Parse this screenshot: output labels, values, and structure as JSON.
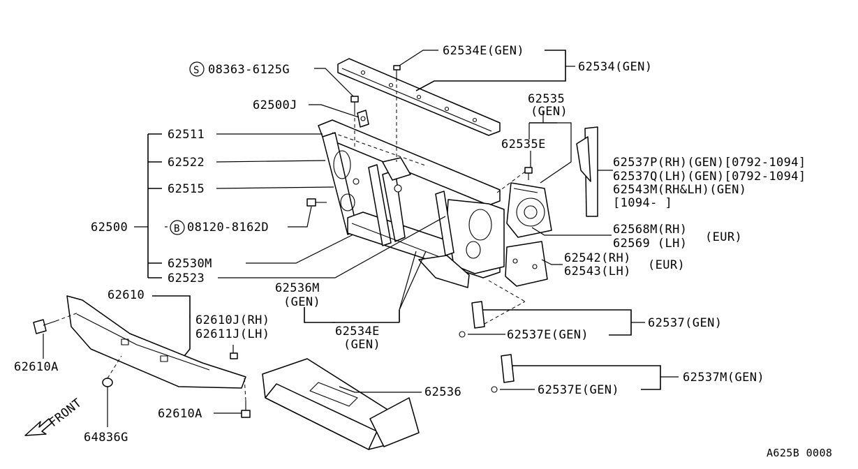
{
  "labels": {
    "p62534E_top": "62534E(GEN)",
    "p62534": "62534(GEN)",
    "s08363": "08363-6125G",
    "s_prefix": "S",
    "p62500J": "62500J",
    "p62535": "62535",
    "p62535_gen": "(GEN)",
    "p62511": "62511",
    "p62535E": "62535E",
    "p62522": "62522",
    "p62537P": "62537P(RH)(GEN)[0792-1094]",
    "p62537Q": "62537Q(LH)(GEN)[0792-1094]",
    "p62515": "62515",
    "p62543M": "62543M(RH&LH)(GEN)",
    "p62543M_date": "[1094-      ]",
    "p62500": "62500",
    "b08120": "08120-8162D",
    "b_prefix": "B",
    "p62568M": "62568M(RH)",
    "p62569": "62569  (LH)",
    "eur1": "(EUR)",
    "p62530M": "62530M",
    "p62542": "62542(RH)",
    "p62543": "62543(LH)",
    "eur2": "(EUR)",
    "p62523": "62523",
    "p62536M": "62536M",
    "p62536M_gen": "(GEN)",
    "p62610": "62610",
    "p62610J": "62610J(RH)",
    "p62611J": "62611J(LH)",
    "p62537": "62537(GEN)",
    "p62534E_low": "62534E",
    "p62534E_low_gen": "(GEN)",
    "p62537E_a": "62537E(GEN)",
    "p62610A_left": "62610A",
    "p62537M": "62537M(GEN)",
    "p62537E_b": "62537E(GEN)",
    "p62536": "62536",
    "front": "FRONT",
    "p62610A_low": "62610A",
    "p64836G": "64836G",
    "code": "A625B 0008"
  }
}
